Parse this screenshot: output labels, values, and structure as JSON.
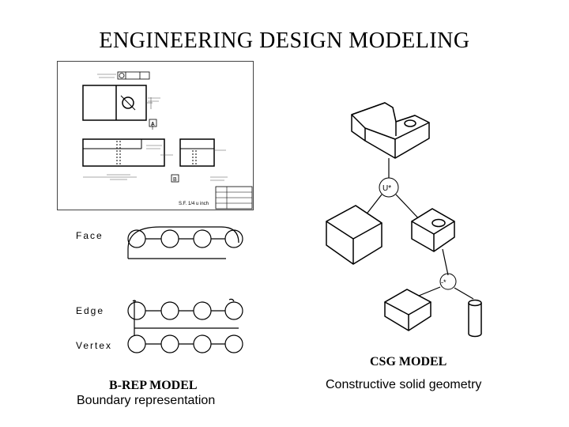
{
  "title": "ENGINEERING DESIGN MODELING",
  "drawing": {
    "scale_note": "S.F. 1/4 u inch",
    "datum_a": "A",
    "datum_b": "B"
  },
  "brep": {
    "face_label": "Face",
    "edge_label": "Edge",
    "vertex_label": "Vertex",
    "model_title": "B-REP MODEL",
    "model_subtitle": "Boundary representation"
  },
  "csg": {
    "union_op": "U*",
    "difference_op": "-*",
    "model_title": "CSG MODEL",
    "model_subtitle": "Constructive solid geometry"
  }
}
